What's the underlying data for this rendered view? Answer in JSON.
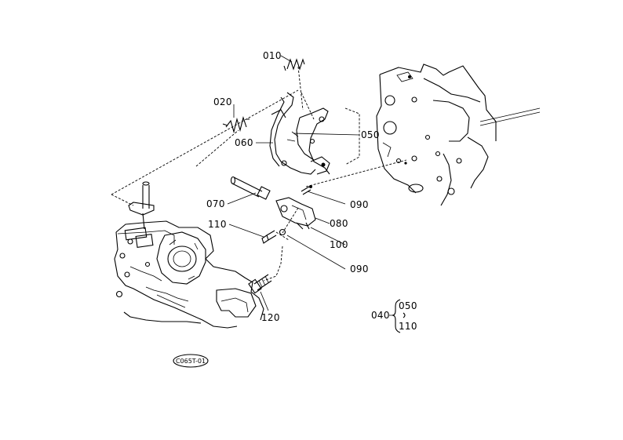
{
  "callouts": {
    "p010": "010",
    "p020": "020",
    "p050": "050",
    "p060": "060",
    "p070": "070",
    "p080": "080",
    "p090a": "090",
    "p090b": "090",
    "p100": "100",
    "p110": "110",
    "p120": "120"
  },
  "assembly_note": {
    "parent": "040",
    "child_top": "050",
    "child_bottom": "110"
  },
  "reference_code": "C065T-01"
}
